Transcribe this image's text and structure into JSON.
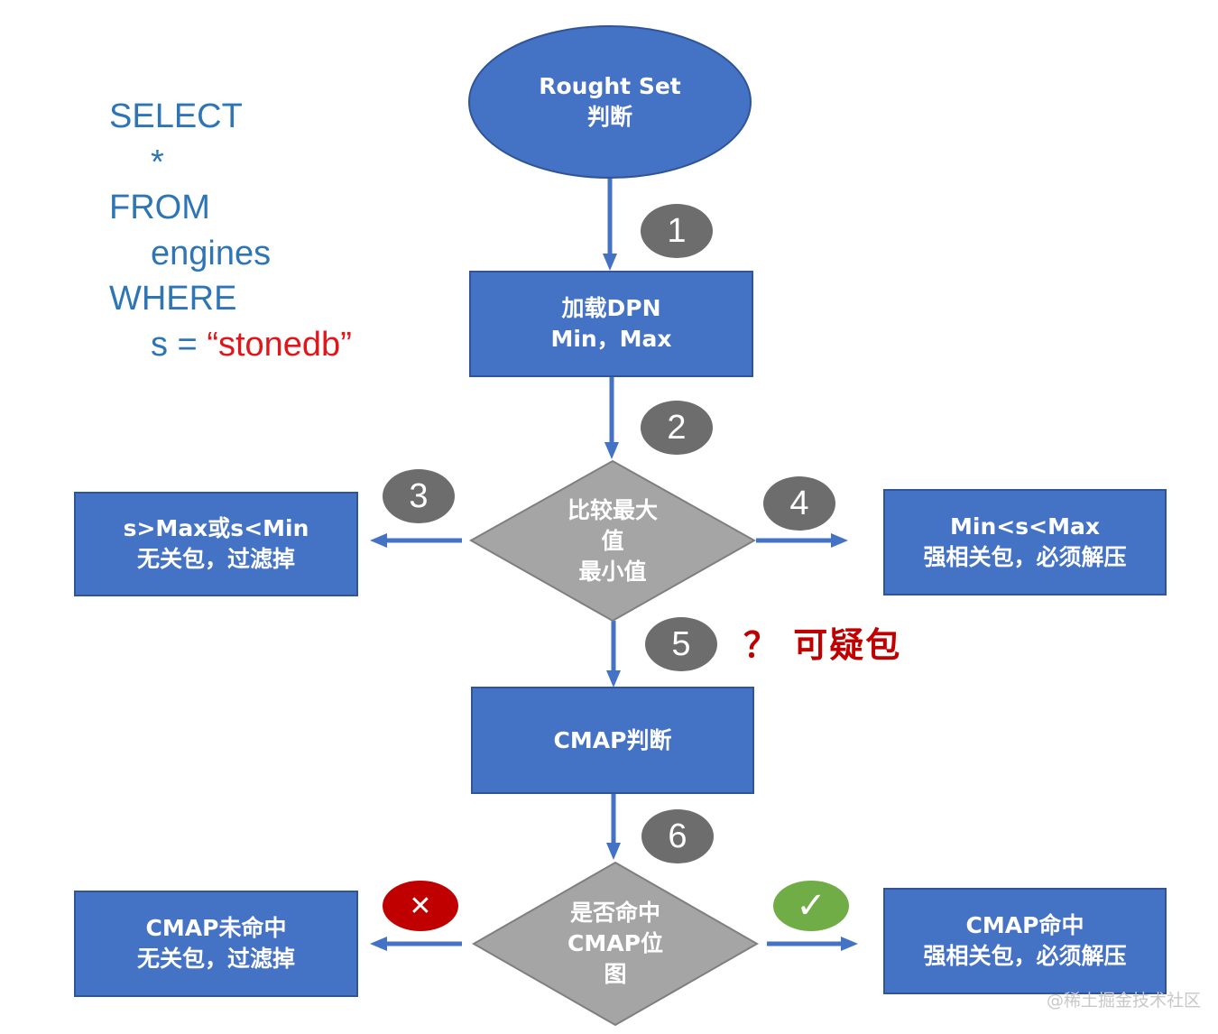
{
  "sql": {
    "select": "SELECT",
    "star": "*",
    "from": "FROM",
    "table": "engines",
    "where": "WHERE",
    "condition": "s = ",
    "literal": "“stonedb”"
  },
  "nodes": {
    "rough_set": [
      "Rought Set",
      "判断"
    ],
    "load_dpn": [
      "加载DPN",
      "Min，Max"
    ],
    "compare": [
      "比较最大",
      "值",
      "最小值"
    ],
    "outside_range": [
      "s>Max或s<Min",
      "无关包，过滤掉"
    ],
    "inside_range": [
      "Min<s<Max",
      "强相关包，必须解压"
    ],
    "cmap_judge": [
      "CMAP判断"
    ],
    "cmap_hit_check": [
      "是否命中",
      "CMAP位",
      "图"
    ],
    "cmap_miss": [
      "CMAP未命中",
      "无关包，过滤掉"
    ],
    "cmap_hit": [
      "CMAP命中",
      "强相关包，必须解压"
    ]
  },
  "steps": [
    "1",
    "2",
    "3",
    "4",
    "5",
    "6"
  ],
  "suspect_label": "？ 可疑包",
  "marks": {
    "miss": "✕",
    "hit": "✓"
  },
  "watermark": "@稀土掘金技术社区",
  "colors": {
    "box": "#4472c4",
    "box_border": "#2f5597",
    "diamond": "#a5a5a5",
    "diamond_border": "#7f7f7f",
    "badge": "#6d6d6d",
    "arrow": "#4472c4",
    "cross": "#c00000",
    "check": "#70ad47",
    "sql": "#2e75b6",
    "literal": "#e0161b",
    "suspect": "#c00000"
  }
}
